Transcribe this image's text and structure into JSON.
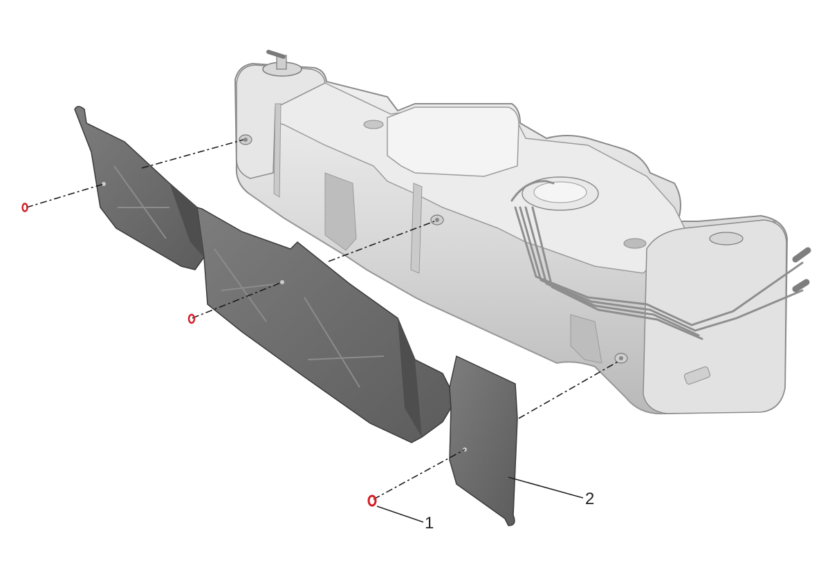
{
  "diagram": {
    "type": "exploded-parts-view",
    "callouts": [
      {
        "id": "1",
        "label": "1"
      },
      {
        "id": "2",
        "label": "2"
      }
    ],
    "colors": {
      "tank_fill": "#dcdcdc",
      "tank_shade": "#b8b8b8",
      "tank_outline": "#8a8a8a",
      "shield_fill": "#6e6e6e",
      "shield_shade": "#555555",
      "shield_outline": "#3a3a3a",
      "fastener": "#d21f26",
      "leader_line": "#222222"
    }
  }
}
